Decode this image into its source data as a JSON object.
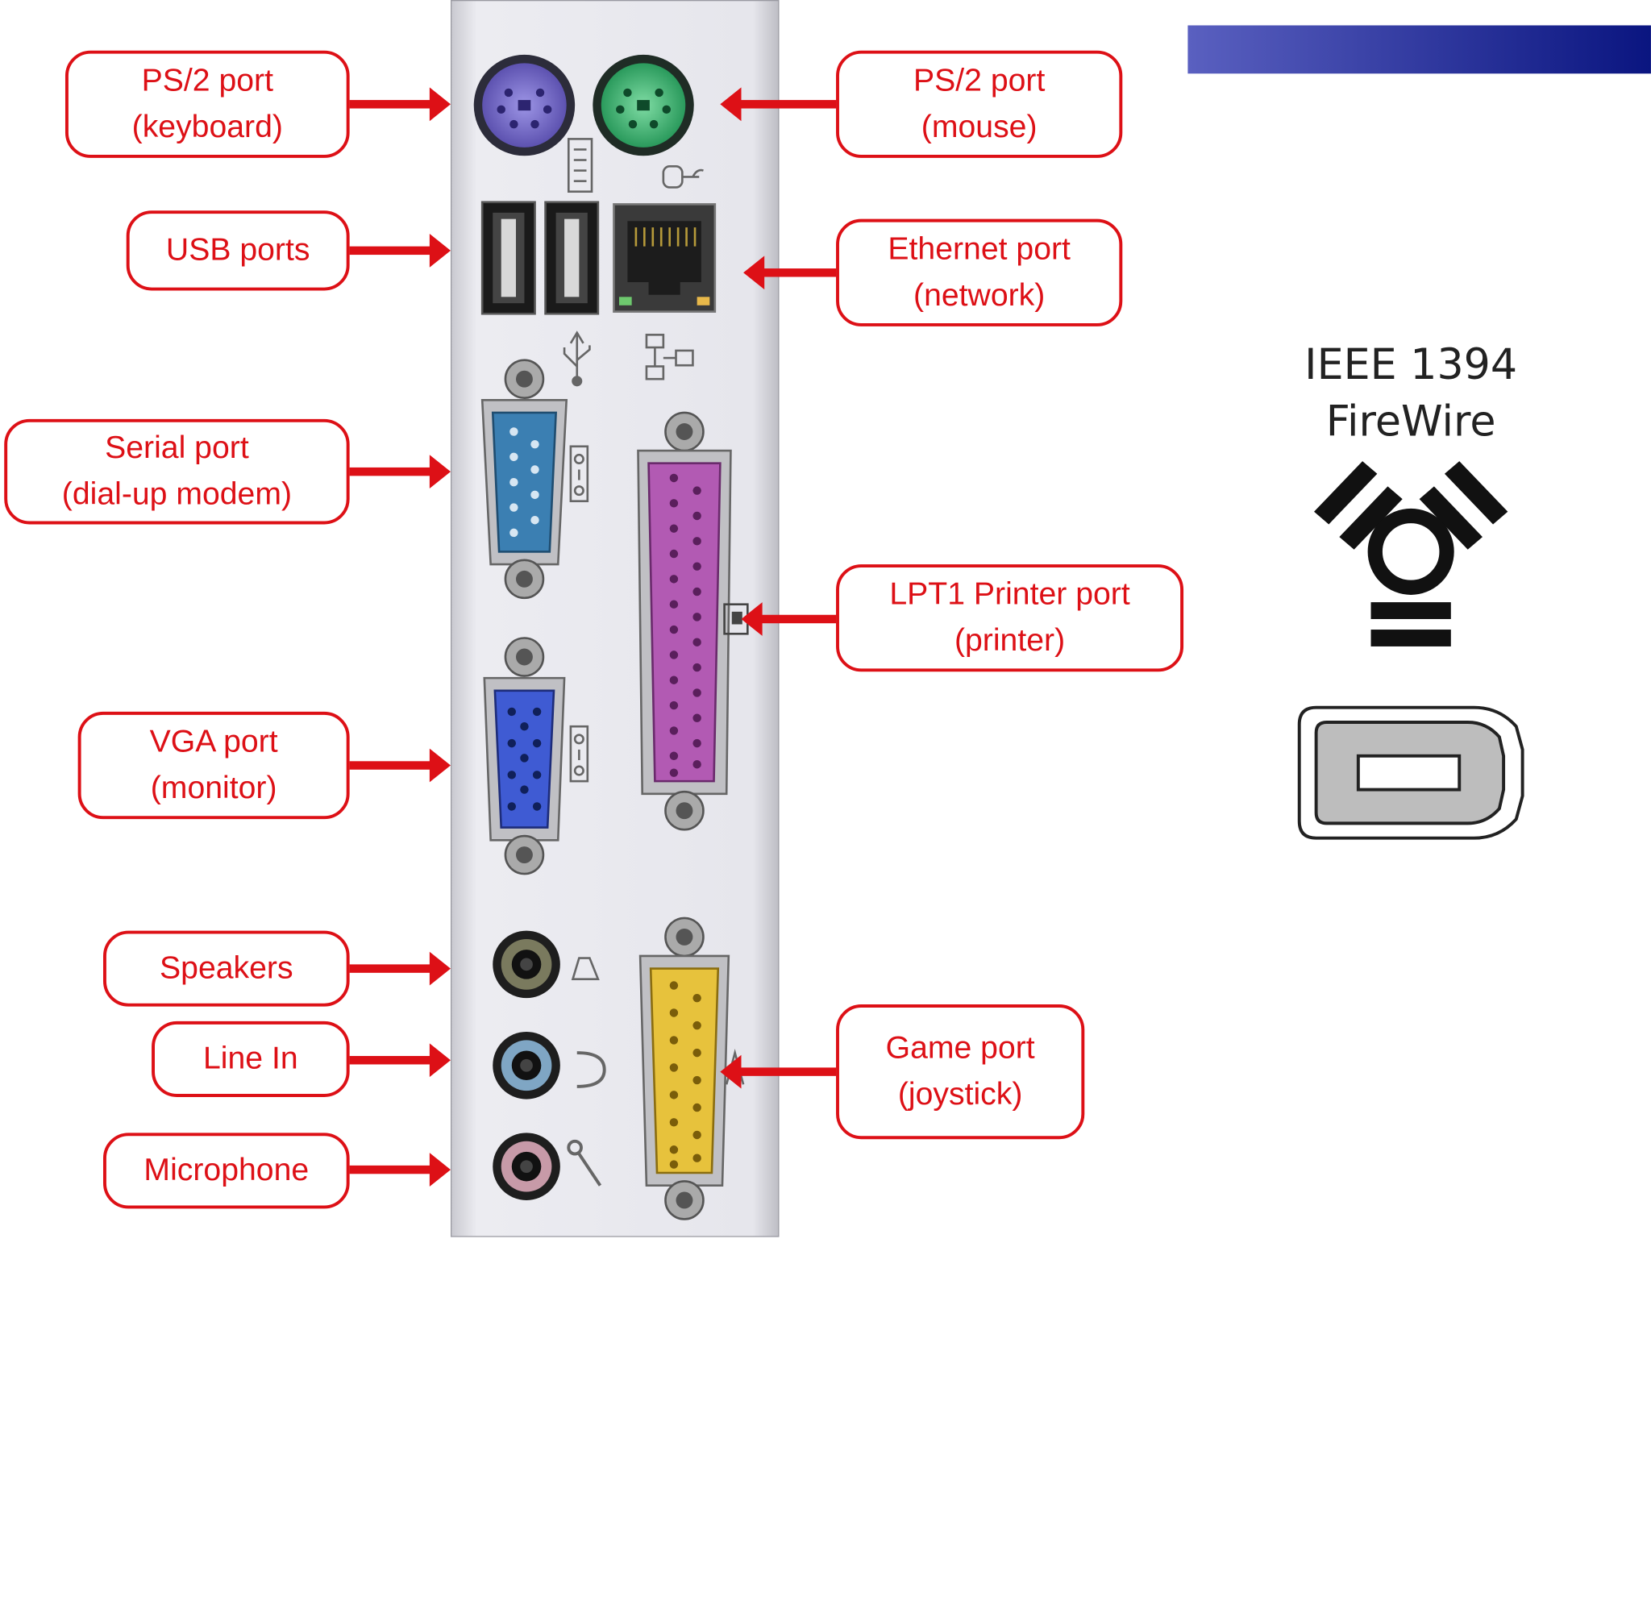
{
  "colors": {
    "callout_red": "#dd1016",
    "panel_bg": "#e9e9ee",
    "keyboard_port": "#7b6fd0",
    "mouse_port": "#43b877",
    "serial_port": "#3b7fb2",
    "vga_port": "#3f5bd3",
    "printer_port": "#b25ab3",
    "game_port": "#e7c23c",
    "bar_start": "#5a60c0",
    "bar_end": "#0a1580"
  },
  "labels": {
    "ps2_keyboard": "PS/2 port\n(keyboard)",
    "usb": "USB ports",
    "serial": "Serial port\n(dial-up modem)",
    "vga": "VGA port\n(monitor)",
    "speakers": "Speakers",
    "line_in": "Line In",
    "microphone": "Microphone",
    "ps2_mouse": "PS/2 port\n(mouse)",
    "ethernet": "Ethernet port\n(network)",
    "lpt1": "LPT1 Printer port\n(printer)",
    "game": "Game port\n(joystick)"
  },
  "firewire": {
    "title_line1": "IEEE 1394",
    "title_line2": "FireWire",
    "icons": [
      "firewire-logo-icon",
      "firewire-connector-icon"
    ]
  },
  "panel_icons": [
    "keyboard-glyph-icon",
    "mouse-glyph-icon",
    "usb-glyph-icon",
    "network-glyph-icon",
    "printer-glyph-icon",
    "speaker-glyph-icon",
    "headphone-glyph-icon",
    "microphone-glyph-icon",
    "joystick-glyph-icon"
  ]
}
